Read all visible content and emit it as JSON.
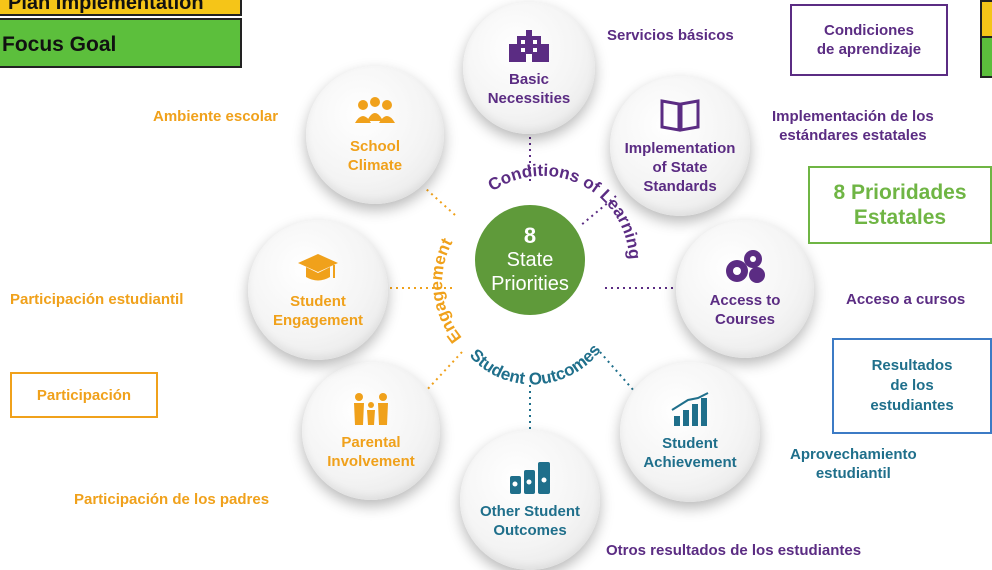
{
  "banners": {
    "top": "Plan Implementation",
    "focus": "Focus Goal"
  },
  "center": {
    "number": "8",
    "line1": "State",
    "line2": "Priorities"
  },
  "ring": {
    "conditions": "Conditions of Learning",
    "engagement": "Engagement",
    "outcomes": "Student Outcomes"
  },
  "priorities": [
    {
      "label": "Basic\nNecessities",
      "spanish": "Servicios básicos",
      "icon": "school-building-icon",
      "color": "#5b2c83"
    },
    {
      "label": "Implementation\nof State\nStandards",
      "spanish": "Implementación de los\nestándares estatales",
      "icon": "open-book-icon",
      "color": "#5b2c83"
    },
    {
      "label": "Access to\nCourses",
      "spanish": "Acceso a cursos",
      "icon": "science-arts-icon",
      "color": "#5b2c83"
    },
    {
      "label": "Student\nAchievement",
      "spanish": "Aprovechamiento\nestudiantil",
      "icon": "bar-growth-icon",
      "color": "#1f6f8b"
    },
    {
      "label": "Other Student\nOutcomes",
      "spanish": "Otros resultados de los estudiantes",
      "icon": "activity-bars-icon",
      "color": "#1f6f8b"
    },
    {
      "label": "Parental\nInvolvement",
      "spanish": "Participación de los padres",
      "icon": "family-icon",
      "color": "#f0a11b"
    },
    {
      "label": "Student\nEngagement",
      "spanish": "Participación estudiantil",
      "icon": "graduation-cap-icon",
      "color": "#f0a11b"
    },
    {
      "label": "School\nClimate",
      "spanish": "Ambiente escolar",
      "icon": "people-group-icon",
      "color": "#f0a11b"
    }
  ],
  "boxes": {
    "conditions": "Condiciones\nde aprendizaje",
    "priorities": "8 Prioridades\nEstatales",
    "results": "Resultados\nde los\nestudiantes",
    "participation": "Participación"
  }
}
